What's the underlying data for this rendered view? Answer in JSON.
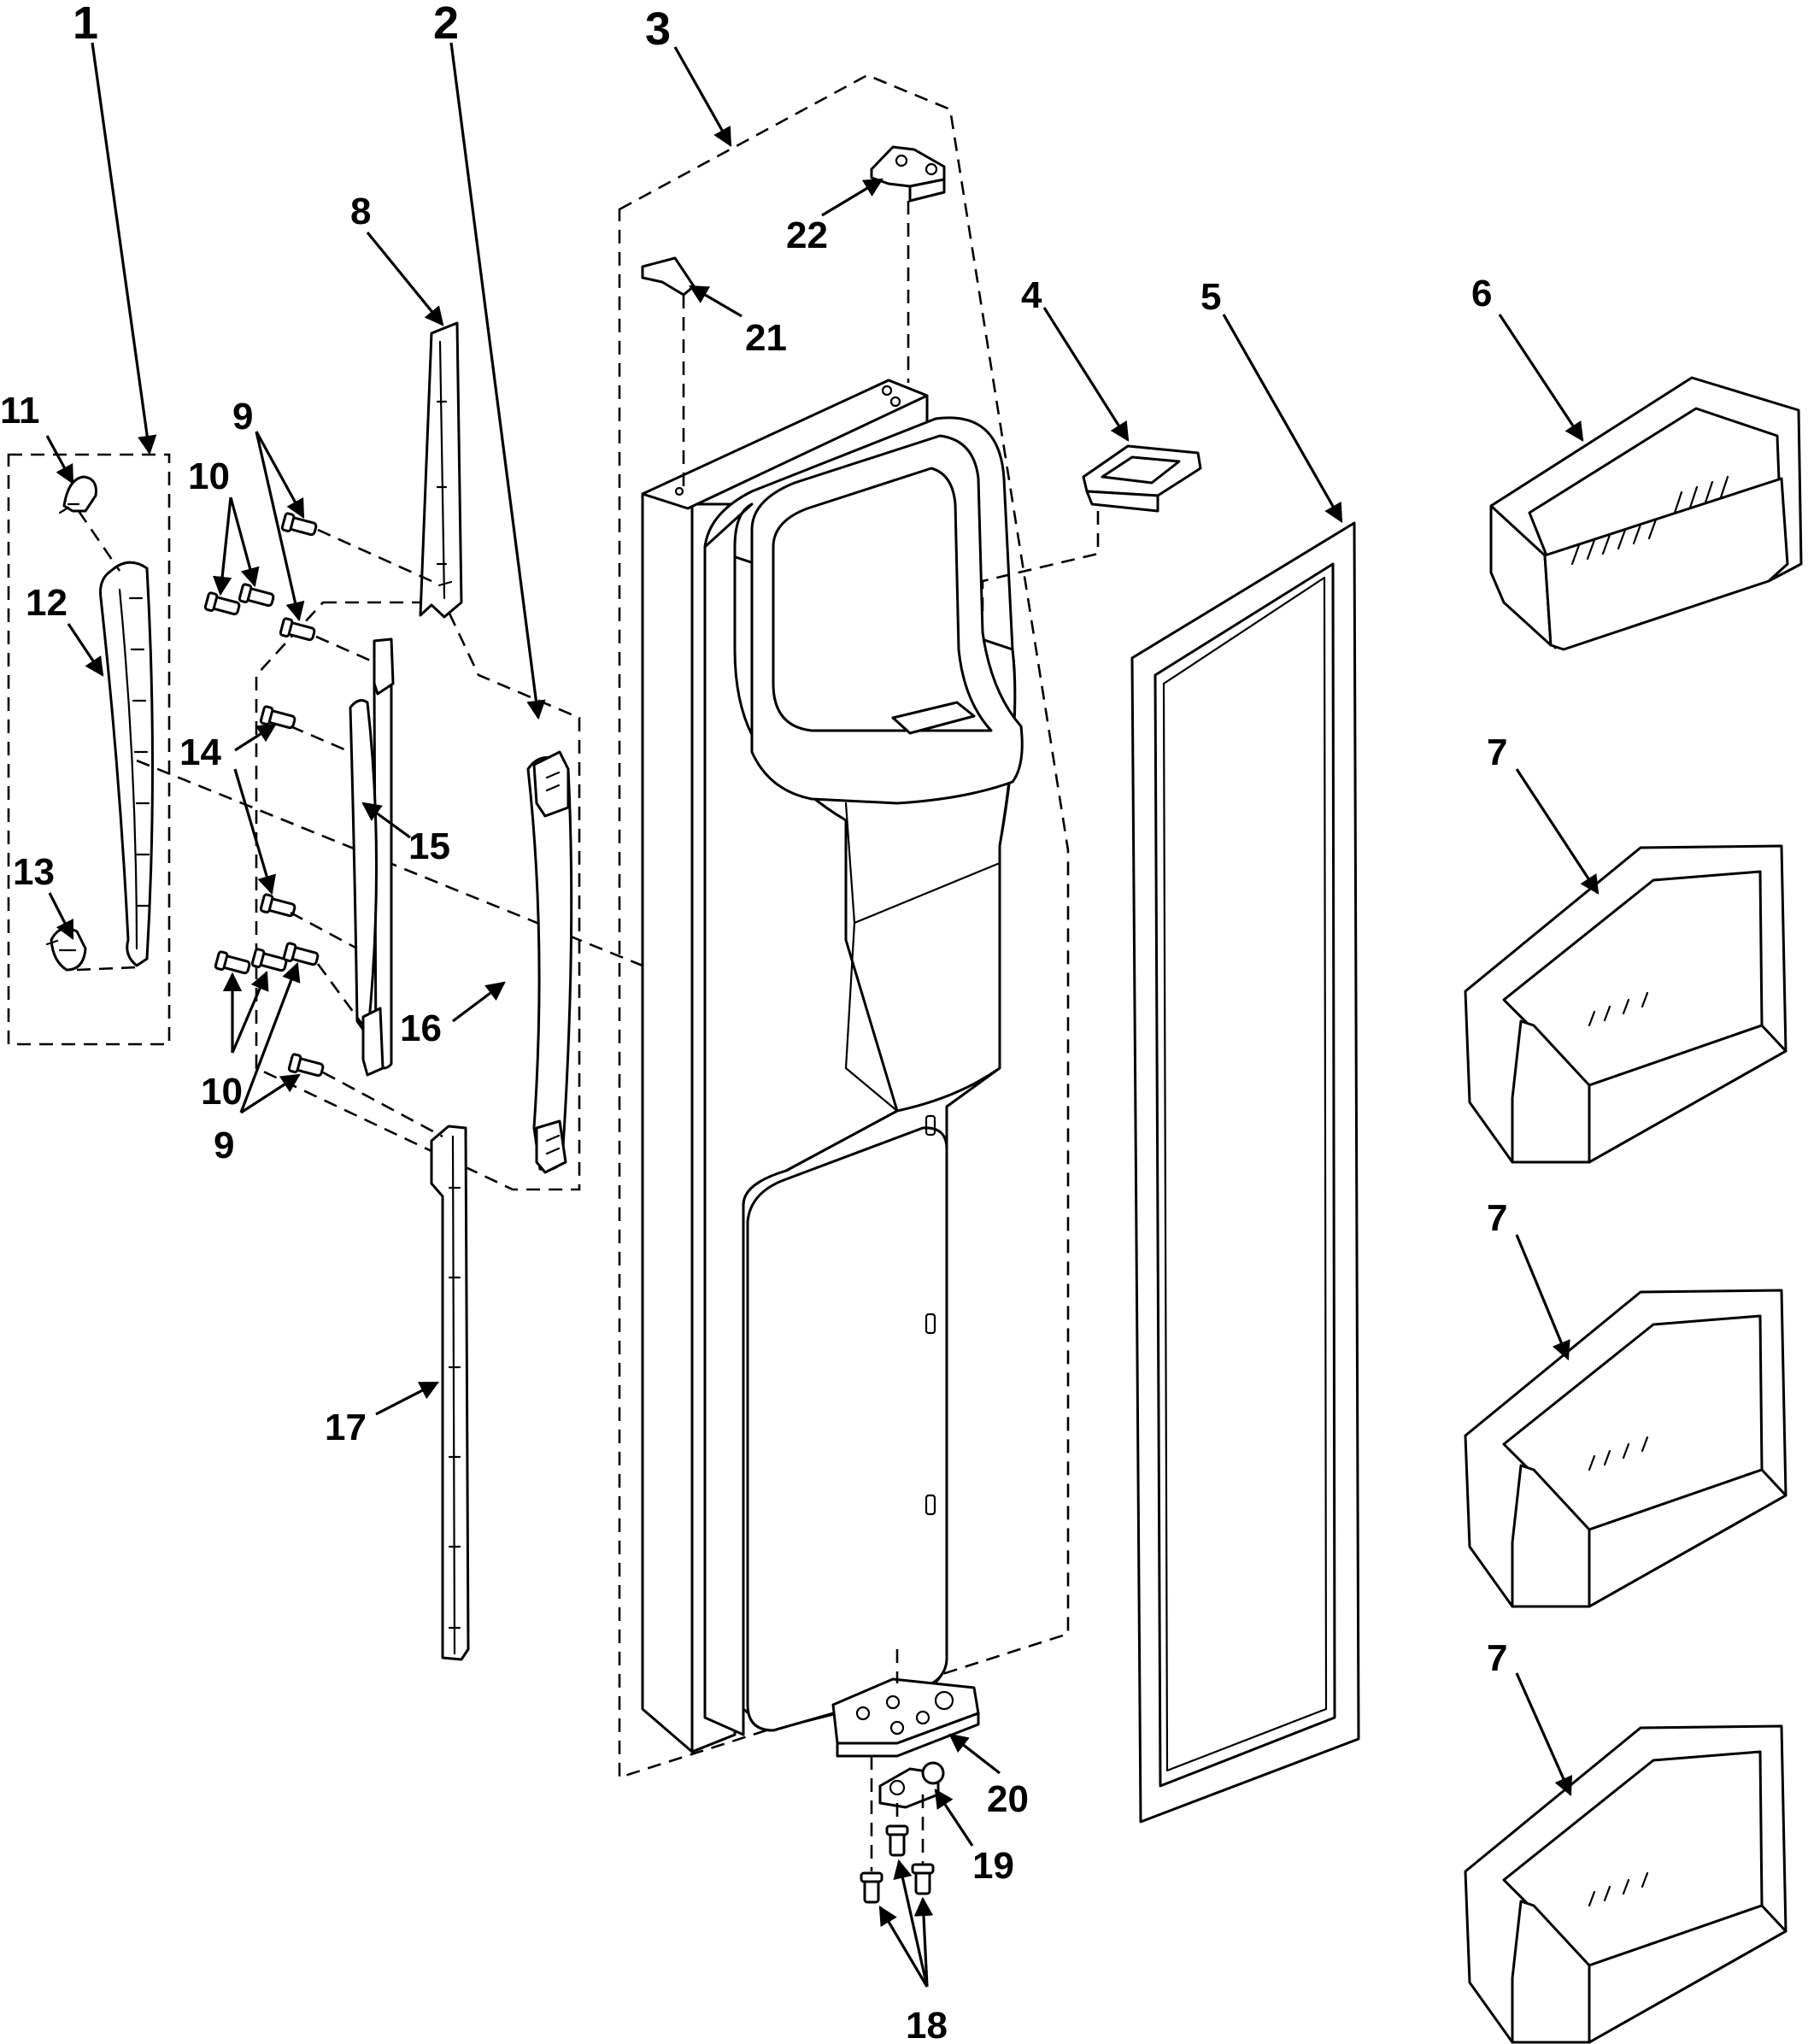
{
  "callouts": {
    "c1": "1",
    "c2": "2",
    "c3": "3",
    "c4": "4",
    "c5": "5",
    "c6": "6",
    "c7a": "7",
    "c7b": "7",
    "c7c": "7",
    "c8": "8",
    "c9a": "9",
    "c9b": "9",
    "c10a": "10",
    "c10b": "10",
    "c11": "11",
    "c12": "12",
    "c13": "13",
    "c14": "14",
    "c15": "15",
    "c16": "16",
    "c17": "17",
    "c18": "18",
    "c19": "19",
    "c20": "20",
    "c21": "21",
    "c22": "22"
  },
  "colors": {
    "line": "#000000",
    "background": "#ffffff"
  }
}
